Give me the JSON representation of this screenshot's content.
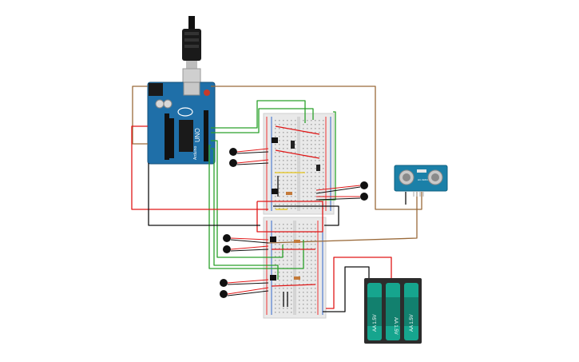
{
  "board": {
    "name": "Arduino",
    "model": "UNO",
    "bottom_text": "ARDUINO",
    "color": "#1f6fa8"
  },
  "sensor": {
    "name": "HC-SR04",
    "color": "#1b80a8"
  },
  "battery": {
    "cells": [
      "AA 1.5V",
      "AA 1.5V",
      "AA 1.5V"
    ],
    "cell_color": "#16a58e",
    "case_color": "#2c2c2c"
  },
  "wire_colors": {
    "red": "#e01818",
    "black": "#111111",
    "green": "#2aa12a",
    "brown": "#9a6a3a",
    "yellow": "#e6c51a"
  },
  "breadboard": {
    "color": "#e9e9e9",
    "rail_red": "#e33",
    "rail_blue": "#36c"
  }
}
